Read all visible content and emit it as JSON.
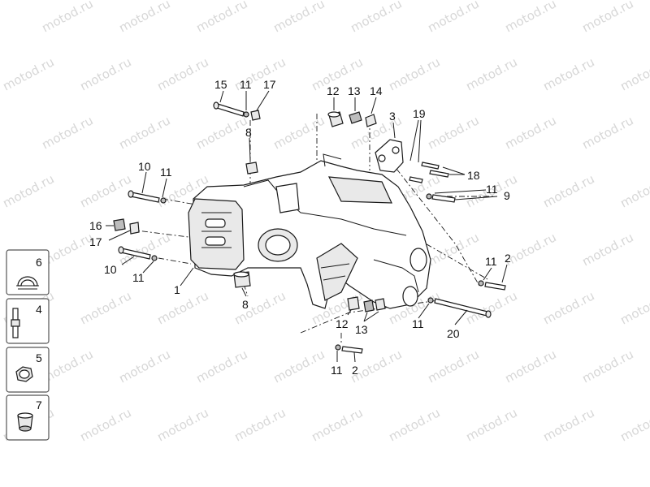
{
  "watermark": {
    "text": "motod.ru"
  },
  "callouts": [
    {
      "id": "c15a",
      "text": "15"
    },
    {
      "id": "c11a",
      "text": "11"
    },
    {
      "id": "c17a",
      "text": "17"
    },
    {
      "id": "c12a",
      "text": "12"
    },
    {
      "id": "c13a",
      "text": "13"
    },
    {
      "id": "c14",
      "text": "14"
    },
    {
      "id": "c3",
      "text": "3"
    },
    {
      "id": "c19",
      "text": "19"
    },
    {
      "id": "c8a",
      "text": "8"
    },
    {
      "id": "c10a",
      "text": "10"
    },
    {
      "id": "c11b",
      "text": "11"
    },
    {
      "id": "c18",
      "text": "18"
    },
    {
      "id": "c11c",
      "text": "11"
    },
    {
      "id": "c9",
      "text": "9"
    },
    {
      "id": "c16",
      "text": "16"
    },
    {
      "id": "c17b",
      "text": "17"
    },
    {
      "id": "c10b",
      "text": "10"
    },
    {
      "id": "c11d",
      "text": "11"
    },
    {
      "id": "c1",
      "text": "1"
    },
    {
      "id": "c8b",
      "text": "8"
    },
    {
      "id": "c11e",
      "text": "11"
    },
    {
      "id": "c2a",
      "text": "2"
    },
    {
      "id": "c12b",
      "text": "12"
    },
    {
      "id": "c13b",
      "text": "13"
    },
    {
      "id": "c11f",
      "text": "11"
    },
    {
      "id": "c20",
      "text": "20"
    },
    {
      "id": "c11g",
      "text": "11"
    },
    {
      "id": "c2b",
      "text": "2"
    }
  ],
  "inset_labels": [
    {
      "id": "i6",
      "text": "6"
    },
    {
      "id": "i4",
      "text": "4"
    },
    {
      "id": "i5",
      "text": "5"
    },
    {
      "id": "i7",
      "text": "7"
    }
  ]
}
